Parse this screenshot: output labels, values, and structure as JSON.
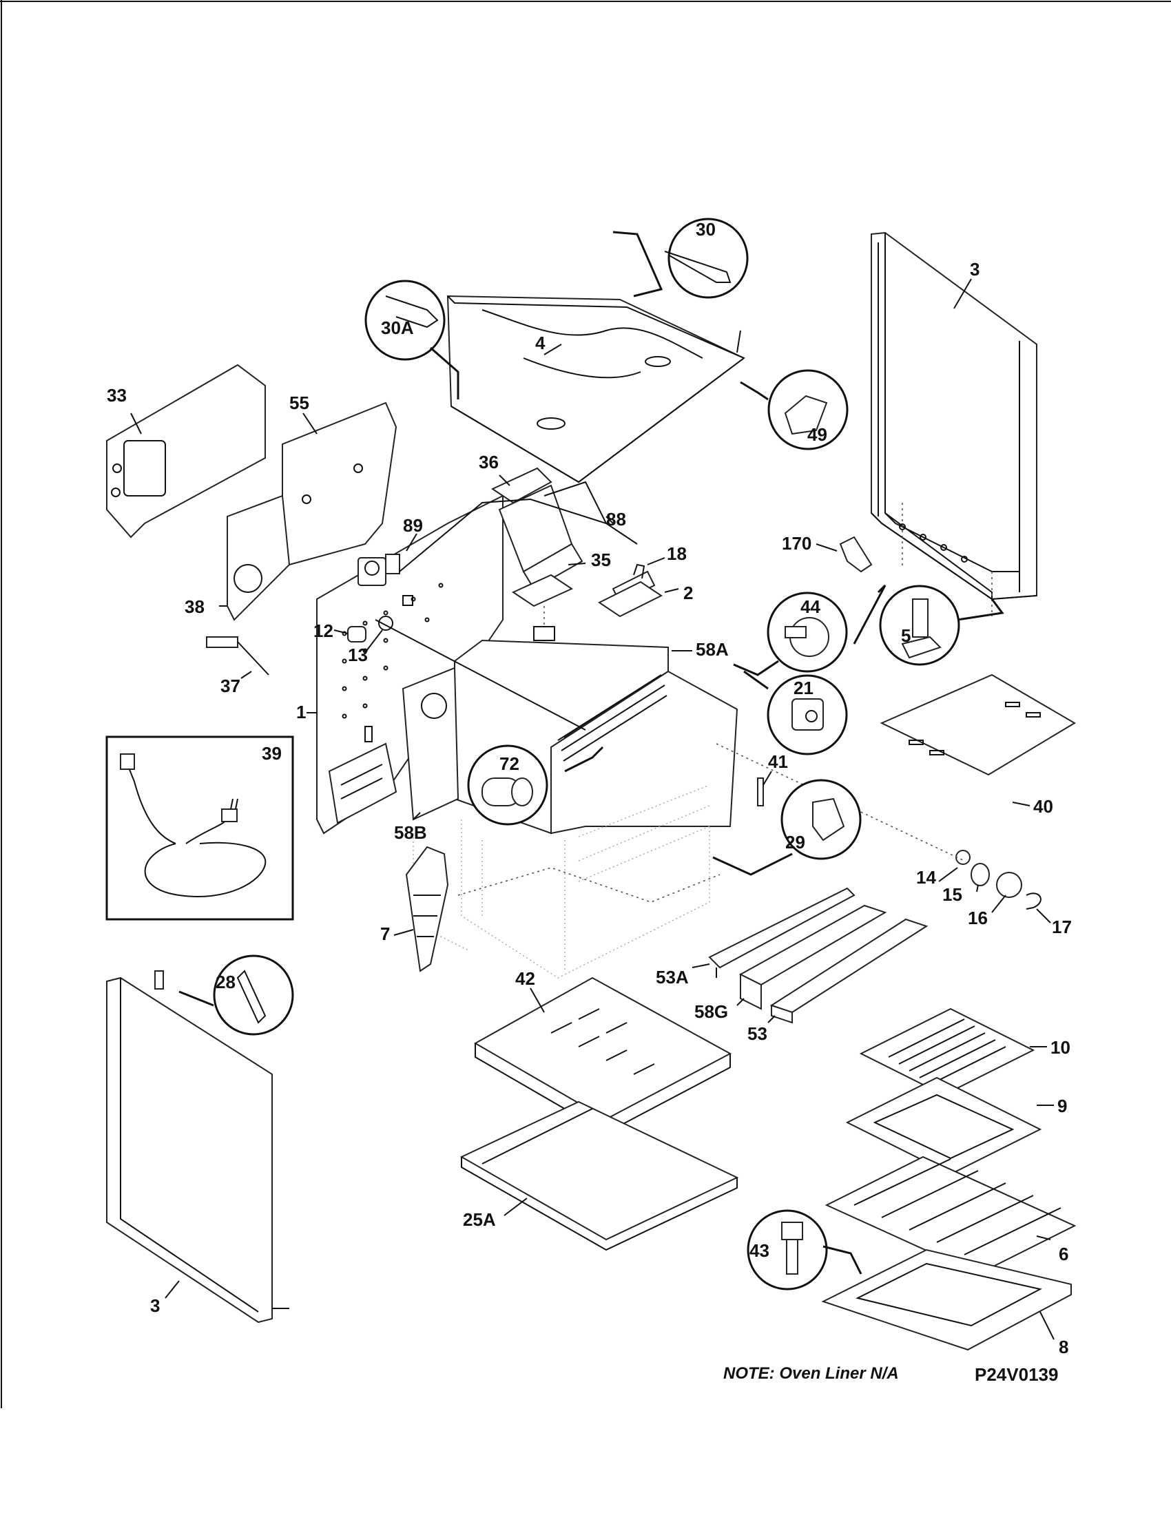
{
  "diagram": {
    "note": "NOTE: Oven Liner N/A",
    "drawing_code": "P24V0139",
    "part_labels": {
      "p3_top": "3",
      "p4": "4",
      "p30": "30",
      "p30A": "30A",
      "p49": "49",
      "p33": "33",
      "p55": "55",
      "p36": "36",
      "p88": "88",
      "p89": "89",
      "p18": "18",
      "p35": "35",
      "p2": "2",
      "p170": "170",
      "p5": "5",
      "p38": "38",
      "p12": "12",
      "p44": "44",
      "p58A": "58A",
      "p37": "37",
      "p13": "13",
      "p21": "21",
      "p1": "1",
      "p39": "39",
      "p72": "72",
      "p40": "40",
      "p41": "41",
      "p58B": "58B",
      "p29": "29",
      "p14": "14",
      "p15": "15",
      "p16": "16",
      "p17": "17",
      "p7": "7",
      "p28": "28",
      "p42": "42",
      "p53A": "53A",
      "p58G": "58G",
      "p53": "53",
      "p10": "10",
      "p9": "9",
      "p25A": "25A",
      "p43": "43",
      "p6": "6",
      "p3_bottom": "3",
      "p8": "8"
    }
  }
}
